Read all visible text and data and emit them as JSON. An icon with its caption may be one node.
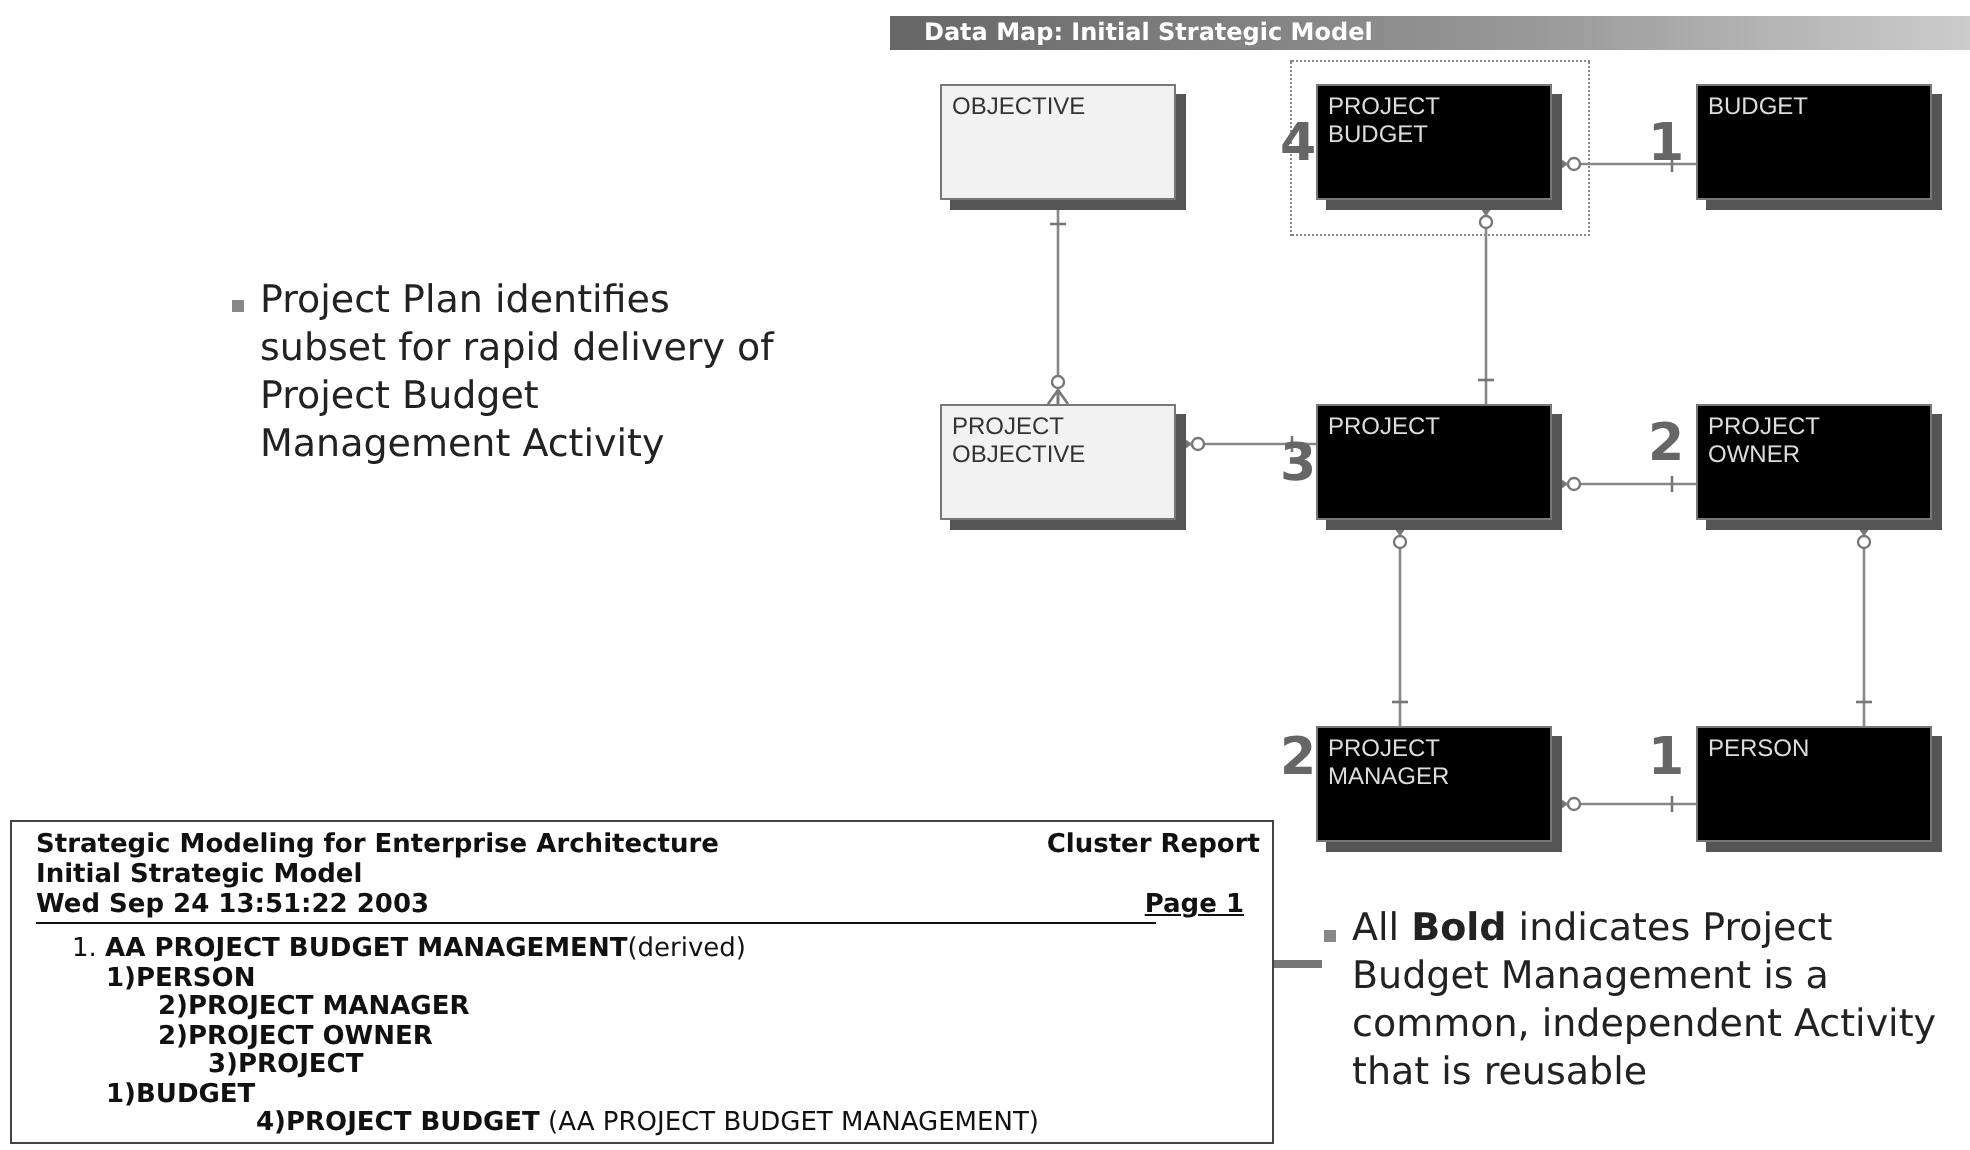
{
  "diagram": {
    "nodes": [
      {
        "text": [
          "OBJECTIVE"
        ]
      },
      {
        "text": [
          "PROJECT BUDGET"
        ],
        "beside": [
          "4"
        ]
      },
      {
        "text": [
          "BUDGET"
        ],
        "beside": [
          "1"
        ]
      },
      {
        "text": [
          "PROJECT OBJECTIVE"
        ]
      },
      {
        "text": [
          "PROJECT"
        ],
        "beside": [
          "3"
        ]
      },
      {
        "text": [
          "PROJECT OWNER"
        ],
        "beside": [
          "2"
        ]
      },
      {
        "text": [
          "PROJECT MANAGER"
        ],
        "beside": [
          "2"
        ]
      },
      {
        "text": [
          "PERSON"
        ],
        "beside": [
          "1"
        ]
      },
      {
        "text": [
          "Strategic Modeling for Enterprise Architecture",
          "Cluster Report",
          "Initial Strategic Model",
          "Wed Sep 24 13:51:22 2003",
          "Page 1",
          "1. **AA PROJECT BUDGET MANAGEMENT**(derived)",
          "1)PERSON",
          "2)PROJECT MANAGER",
          "2)PROJECT OWNER",
          "3)PROJECT",
          "1)BUDGET",
          "**4)PROJECT BUDGET** (AA PROJECT BUDGET MANAGEMENT)"
        ]
      }
    ],
    "edges": [
      {
        "from": 3,
        "to": 0,
        "arrow": "other"
      },
      {
        "from": 1,
        "to": 2,
        "arrow": "other"
      },
      {
        "from": 1,
        "to": 4,
        "arrow": "other"
      },
      {
        "from": 3,
        "to": 4,
        "arrow": "other"
      },
      {
        "from": 4,
        "to": 5,
        "arrow": "other"
      },
      {
        "from": 4,
        "to": 6,
        "arrow": "other"
      },
      {
        "from": 5,
        "to": 7,
        "arrow": "other"
      },
      {
        "from": 6,
        "to": 7,
        "arrow": "other"
      }
    ],
    "labels": [
      "Data Map: Initial Strategic Model",
      "Project Plan identifies subset for rapid delivery of Project Budget Management Activity",
      "All **Bold** indicates Project Budget Management is a common, independent Activity that is reusable"
    ]
  }
}
